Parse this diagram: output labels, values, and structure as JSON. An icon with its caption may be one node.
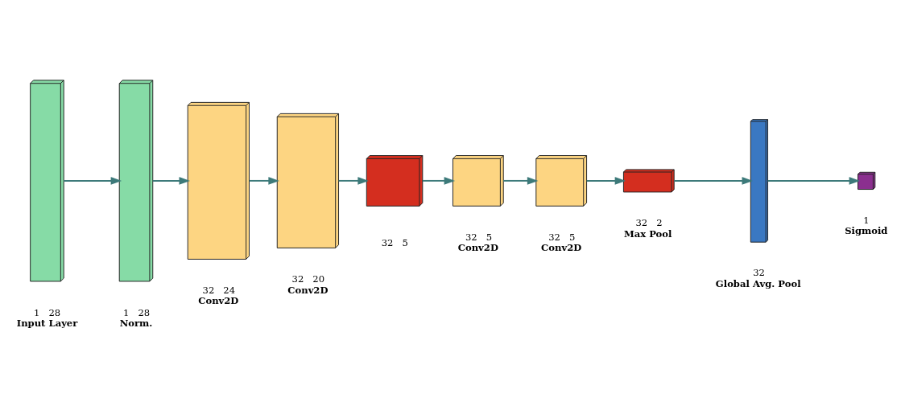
{
  "diagram": {
    "nodes": [
      {
        "text": [
          "Input Layer"
        ],
        "beside": [
          "1",
          "28"
        ]
      },
      {
        "text": [
          "Norm."
        ],
        "beside": [
          "1",
          "28"
        ]
      },
      {
        "text": [
          "Conv2D"
        ],
        "beside": [
          "32",
          "24"
        ]
      },
      {
        "text": [
          "Conv2D"
        ],
        "beside": [
          "32",
          "20"
        ]
      },
      {
        "text": [],
        "shape": "box",
        "beside": [
          "32",
          "5"
        ]
      },
      {
        "text": [
          "Conv2D"
        ],
        "beside": [
          "32",
          "5"
        ]
      },
      {
        "text": [
          "Conv2D"
        ],
        "beside": [
          "32",
          "5"
        ]
      },
      {
        "text": [
          "Max Pool"
        ],
        "beside": [
          "32",
          "2"
        ]
      },
      {
        "text": [
          "Global Avg. Pool"
        ],
        "beside": [
          "32"
        ]
      },
      {
        "text": [
          "Sigmoid"
        ],
        "beside": [
          "1"
        ]
      }
    ],
    "edges": [
      {
        "from": 0,
        "to": 1,
        "arrow": "to"
      },
      {
        "from": 1,
        "to": 2,
        "arrow": "to"
      },
      {
        "from": 2,
        "to": 3,
        "arrow": "to"
      },
      {
        "from": 3,
        "to": 4,
        "arrow": "to"
      },
      {
        "from": 4,
        "to": 5,
        "arrow": "to"
      },
      {
        "from": 5,
        "to": 6,
        "arrow": "to"
      },
      {
        "from": 6,
        "to": 7,
        "arrow": "to"
      },
      {
        "from": 7,
        "to": 8,
        "arrow": "to"
      },
      {
        "from": 8,
        "to": 9,
        "arrow": "to"
      }
    ]
  }
}
